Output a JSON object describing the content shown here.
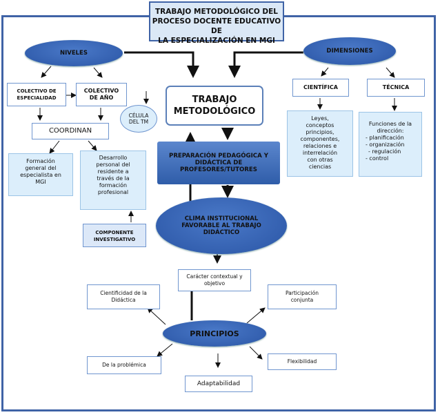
{
  "title": {
    "line1": "TRABAJO METODOLÓGICO DEL",
    "line2": "PROCESO DOCENTE EDUCATIVO DE",
    "line3": "LA ESPECIALIZACIÓN EN MGI"
  },
  "niveles": "NIVELES",
  "dimensiones": "DIMENSIONES",
  "trabajo": {
    "line1": "TRABAJO",
    "line2": "METODOLÓGICO"
  },
  "colectivo_especialidad": {
    "line1": "COLECTIVO DE",
    "line2": "ESPECIALIDAD"
  },
  "colectivo_ano": {
    "line1": "COLECTIVO",
    "line2": "DE AÑO"
  },
  "celula": {
    "line1": "CÉLULA",
    "line2": "DEL TM"
  },
  "coordinan": "COORDINAN",
  "formacion": {
    "line1": "Formación",
    "line2": "general del",
    "line3": "especialista en",
    "line4": "MGI"
  },
  "desarrollo": {
    "line1": "Desarrollo",
    "line2": "personal del",
    "line3": "residente a",
    "line4": "través de la",
    "line5": "formación",
    "line6": "profesional"
  },
  "componente": {
    "line1": "COMPONENTE",
    "line2": "INVESTIGATIVO"
  },
  "preparacion": {
    "line1": "PREPARACIÓN PEDAGÓGICA Y",
    "line2": "DIDÁCTICA DE",
    "line3": "PROFESORES/TUTORES"
  },
  "clima": {
    "line1": "CLIMA INSTITUCIONAL",
    "line2": "FAVORABLE  AL TRABAJO",
    "line3": "DIDÁCTICO"
  },
  "cientifica": "CIENTÍFICA",
  "tecnica": "TÉCNICA",
  "leyes": {
    "line1": "Leyes,",
    "line2": "conceptos",
    "line3": "principios,",
    "line4": "componentes,",
    "line5": "relaciones e",
    "line6": "interrelación",
    "line7": "con otras",
    "line8": "ciencias"
  },
  "funciones": {
    "line1": "Funciones de la",
    "line2": "dirección:",
    "item1": "- planificación",
    "item2": "- organización",
    "item3": "- regulación",
    "item4": "- control"
  },
  "principios": "PRINCIPIOS",
  "caracter": {
    "line1": "Carácter contextual y",
    "line2": "objetivo"
  },
  "cientificidad": {
    "line1": "Cientificidad de la",
    "line2": "Didáctica"
  },
  "participacion": {
    "line1": "Participación",
    "line2": "conjunta"
  },
  "problemica": "De la problémica",
  "flexibilidad": "Flexibilidad",
  "adaptabilidad": "Adaptabilidad",
  "colors": {
    "frame": "#3f63a6",
    "oval": "#2f5da9",
    "light_box": "#dceefb",
    "title_bg": "#dbe8f6"
  }
}
